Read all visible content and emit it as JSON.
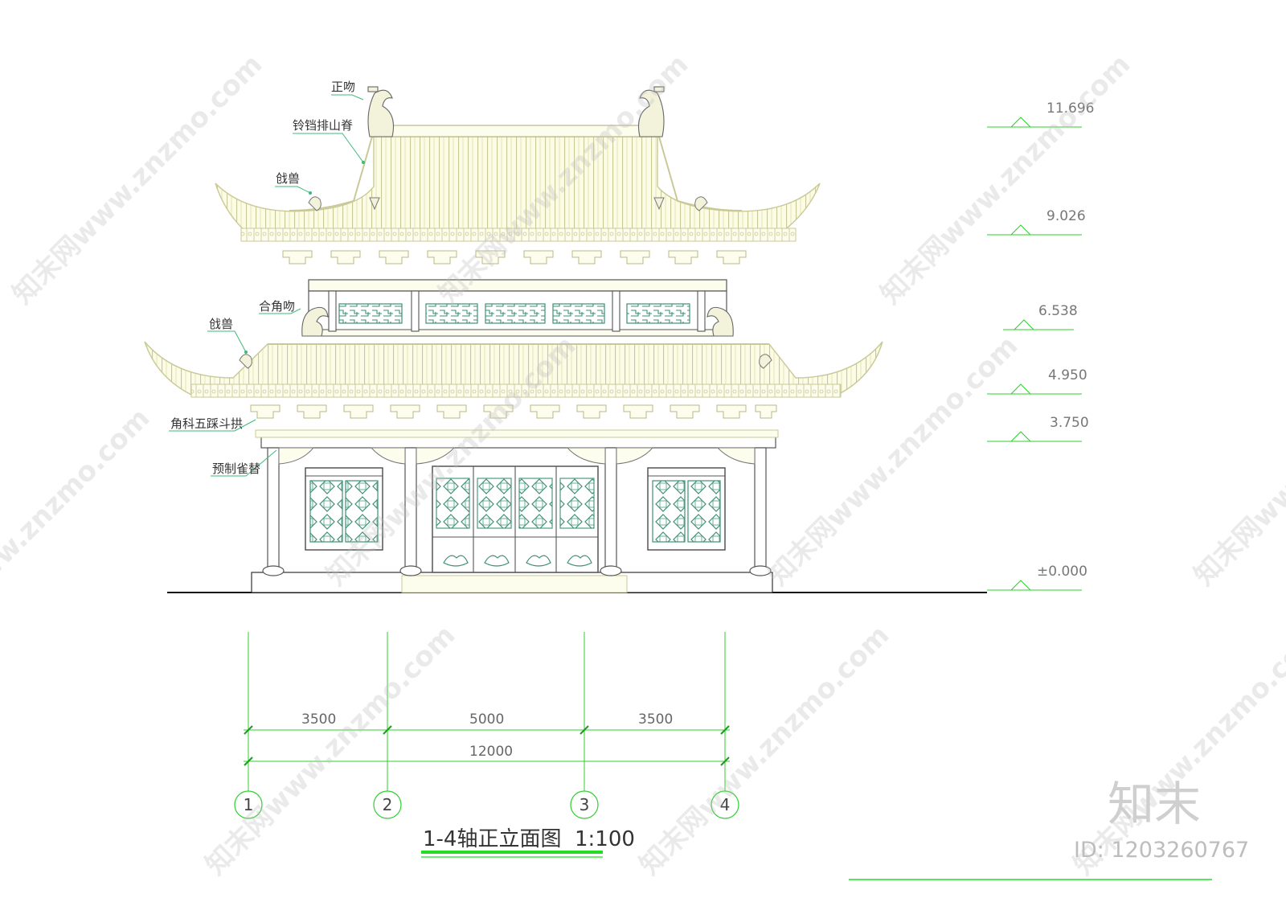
{
  "drawing": {
    "title": "1-4轴正立面图  1:100",
    "colors": {
      "outline": "#c9c997",
      "roof_fill": "#fbfbe6",
      "frame": "#555555",
      "lattice": "#3e8f76",
      "dimension": "#2fcf2f",
      "leader": "#3fb97a",
      "ground": "#111111"
    },
    "callouts": [
      {
        "id": "zhengwen",
        "text": "正吻"
      },
      {
        "id": "paishanji",
        "text": "铃铛排山脊"
      },
      {
        "id": "qianshou-upper",
        "text": "戗兽"
      },
      {
        "id": "hejiaowen",
        "text": "合角吻"
      },
      {
        "id": "qianshou-lower",
        "text": "戗兽"
      },
      {
        "id": "dougong",
        "text": "角科五踩斗拱"
      },
      {
        "id": "queti",
        "text": "预制雀替"
      }
    ],
    "elevations": [
      "11.696",
      "9.026",
      "6.538",
      "4.950",
      "3.750",
      "±0.000"
    ],
    "dimensions": {
      "bays": [
        "3500",
        "5000",
        "3500"
      ],
      "total": "12000"
    },
    "axes": [
      "1",
      "2",
      "3",
      "4"
    ]
  },
  "branding": {
    "logo": "知末",
    "id_text": "ID: 1203260767",
    "watermark": "知末网www.znzmo.com"
  }
}
